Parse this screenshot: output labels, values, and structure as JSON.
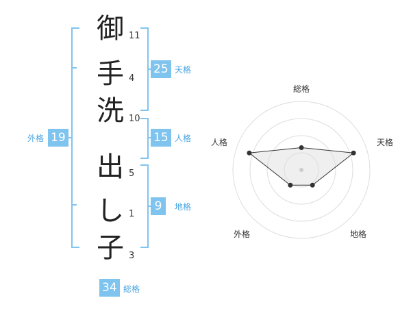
{
  "name": {
    "chars": [
      {
        "char": "御",
        "strokes": "11"
      },
      {
        "char": "手",
        "strokes": "4"
      },
      {
        "char": "洗",
        "strokes": "10"
      },
      {
        "char": "出",
        "strokes": "5"
      },
      {
        "char": "し",
        "strokes": "1"
      },
      {
        "char": "子",
        "strokes": "3"
      }
    ]
  },
  "kakusu": {
    "tenkaku": {
      "value": "25",
      "label": "天格"
    },
    "jinkaku": {
      "value": "15",
      "label": "人格"
    },
    "chikaku": {
      "value": "9",
      "label": "地格"
    },
    "gaikaku": {
      "value": "19",
      "label": "外格"
    },
    "soukaku": {
      "value": "34",
      "label": "総格"
    }
  },
  "chart_data": {
    "type": "radar",
    "axes": [
      "総格",
      "天格",
      "地格",
      "外格",
      "人格"
    ],
    "values": [
      1.3,
      3.2,
      1.1,
      1.1,
      3.2
    ],
    "max": 4,
    "rings": 4
  }
}
